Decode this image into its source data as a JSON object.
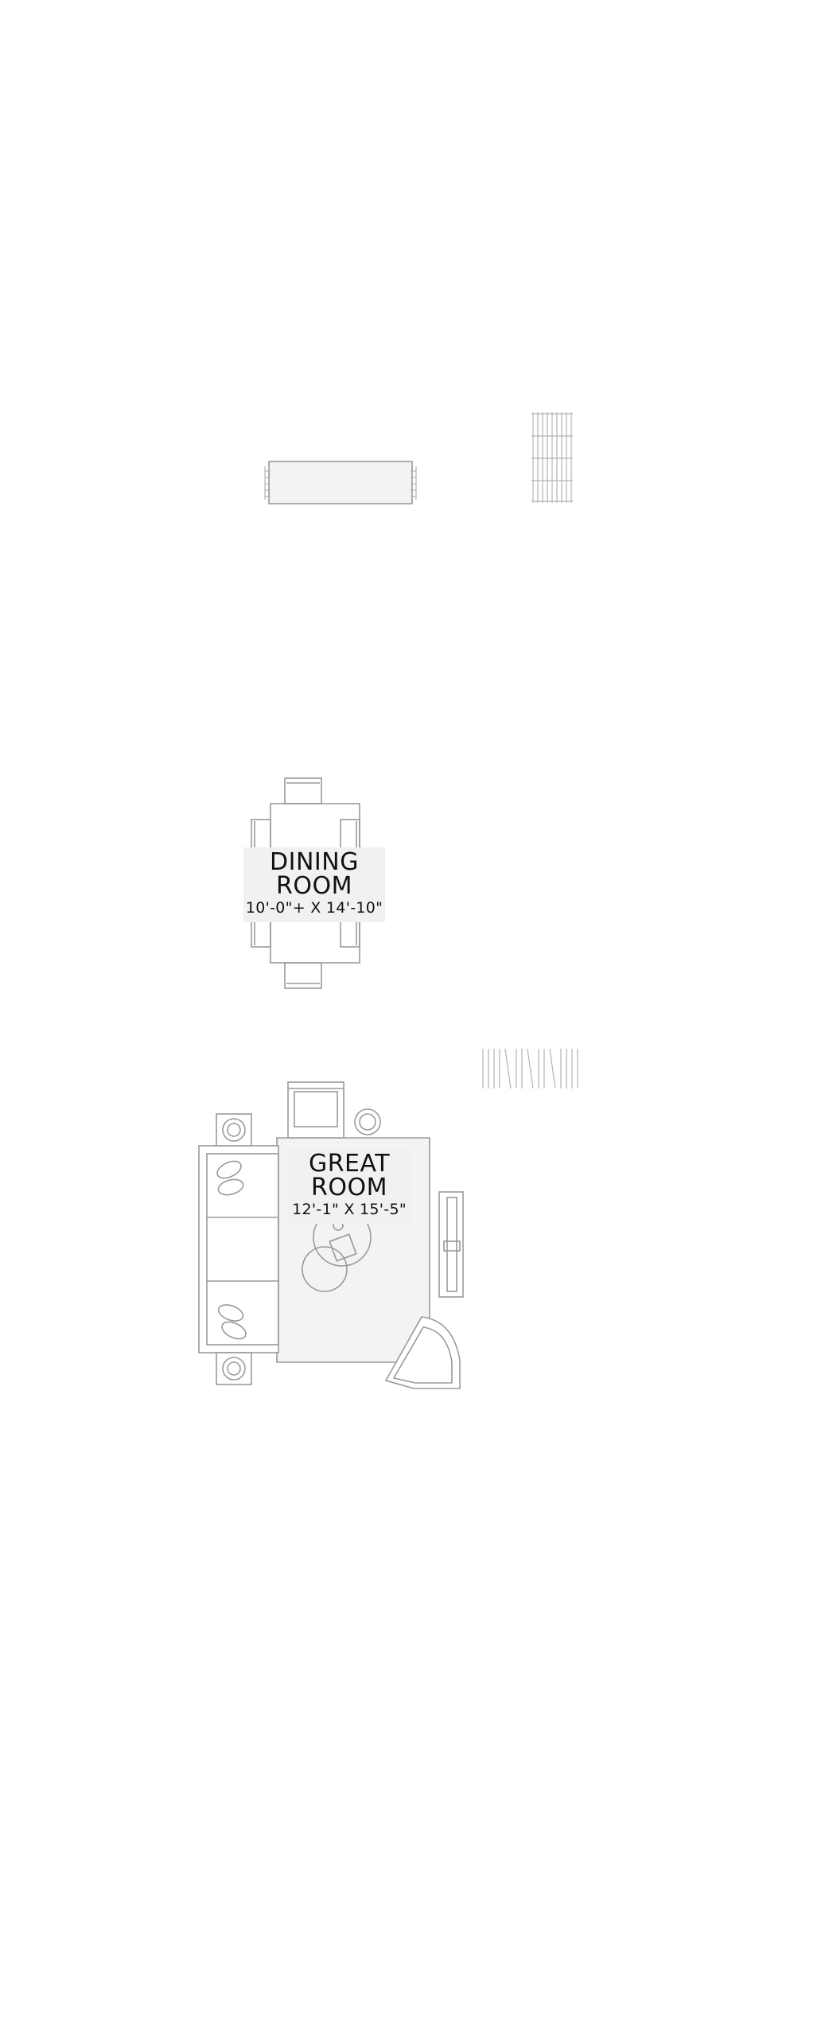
{
  "plan": {
    "rooms": [
      {
        "id": "dining",
        "name_line1": "DINING",
        "name_line2": "ROOM",
        "dimensions": "10'-0\"+ X 14'-10\""
      },
      {
        "id": "great",
        "name_line1": "GREAT",
        "name_line2": "ROOM",
        "dimensions": "12'-1\" X 15'-5\""
      }
    ],
    "symbols": [
      "bench-icon",
      "stair-hatch-icon",
      "dining-table-icon",
      "dining-chair-icon",
      "sofa-icon",
      "armchair-icon",
      "side-table-icon",
      "area-rug-icon",
      "coffee-table-icon",
      "media-console-icon",
      "wall-hatch-icon"
    ],
    "colors": {
      "line": "#9a9a9a",
      "label_bg": "#f1f1f1",
      "text": "#111111"
    }
  }
}
